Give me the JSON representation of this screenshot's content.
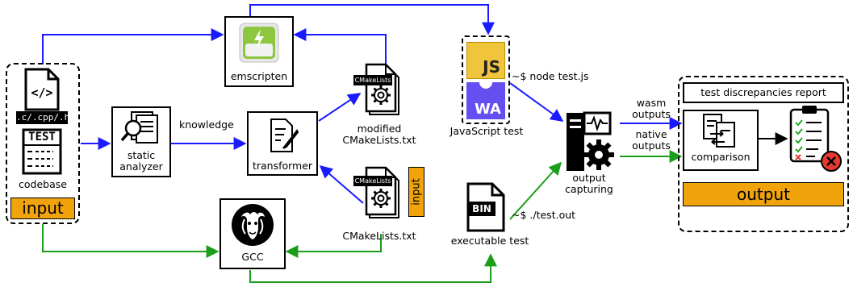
{
  "colors": {
    "blue": "#1a1aff",
    "green": "#1a9e1a",
    "orange": "#f0a30a",
    "black": "#000000"
  },
  "input_panel": {
    "file_badge": ".c/.cpp/.h",
    "test_badge": "TEST",
    "codebase_label": "codebase",
    "input_label": "input",
    "icons": [
      "code-file-icon",
      "test-file-icon"
    ]
  },
  "static_analyzer": {
    "label": "static\nanalyzer",
    "icon": "document-search-icon"
  },
  "knowledge_label": "knowledge",
  "transformer": {
    "label": "transformer",
    "icon": "document-edit-icon"
  },
  "emscripten": {
    "label": "emscripten",
    "icon": "emscripten-logo-icon"
  },
  "gcc": {
    "label": "GCC",
    "icon": "gnu-logo-icon"
  },
  "modified_cmake": {
    "tag": "CMakeLists",
    "label": "modified\nCMakeLists.txt",
    "icon": "cmake-gear-file-icon"
  },
  "original_cmake": {
    "tag": "CMakeLists",
    "label": "CMakeLists.txt",
    "side_label": "input",
    "icon": "cmake-gear-file-icon"
  },
  "js_test": {
    "js_badge": "JS",
    "wa_badge": "WA",
    "label": "JavaScript test",
    "command": "~$ node test.js"
  },
  "exe_test": {
    "bin_badge": "BIN",
    "label": "executable test",
    "command": "~$ ./test.out"
  },
  "output_capturing": {
    "label": "output\ncapturing",
    "icon": "server-gear-icon"
  },
  "wasm_outputs_label": "wasm\noutputs",
  "native_outputs_label": "native\noutputs",
  "output_panel": {
    "report_title": "test discrepancies report",
    "comparison_label": "comparison",
    "output_label": "output",
    "icons": [
      "compare-documents-icon",
      "checklist-error-icon"
    ]
  }
}
